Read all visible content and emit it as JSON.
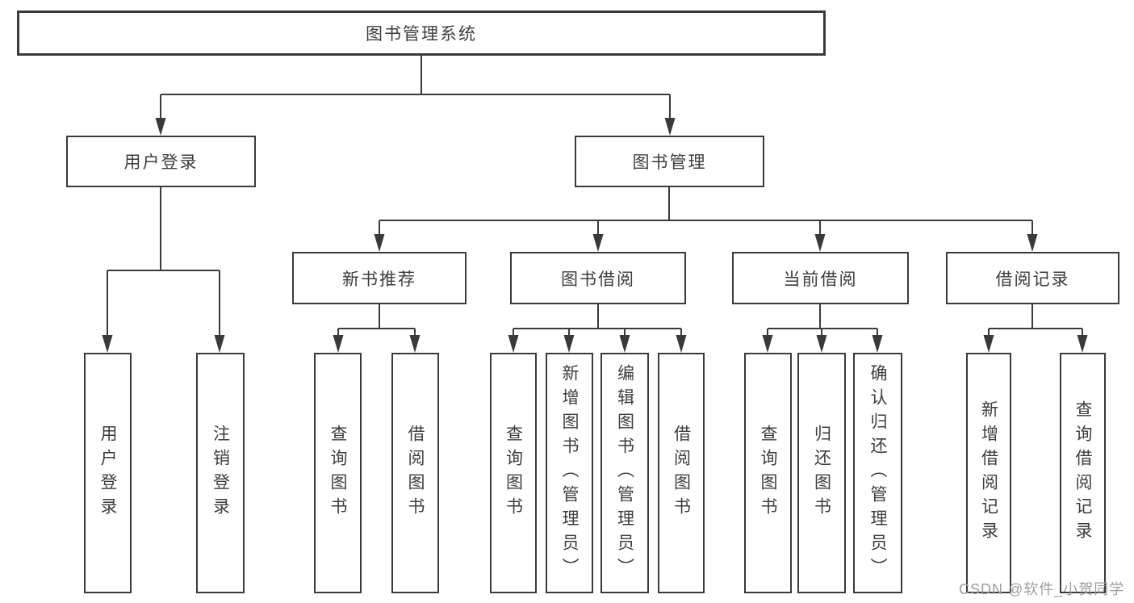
{
  "diagram": {
    "title": "图书管理系统",
    "root": {
      "label": "图书管理系统"
    },
    "branches": [
      {
        "id": "user-login",
        "label": "用户登录"
      },
      {
        "id": "book-management",
        "label": "图书管理"
      }
    ],
    "modules": [
      {
        "id": "new-book-recommend",
        "label": "新书推荐"
      },
      {
        "id": "book-borrow",
        "label": "图书借阅"
      },
      {
        "id": "current-borrow",
        "label": "当前借阅"
      },
      {
        "id": "borrow-records",
        "label": "借阅记录"
      }
    ],
    "leaves": [
      {
        "parent": "用户登录",
        "label": "用户登录"
      },
      {
        "parent": "用户登录",
        "label": "注销登录"
      },
      {
        "parent": "新书推荐",
        "label": "查询图书"
      },
      {
        "parent": "新书推荐",
        "label": "借阅图书"
      },
      {
        "parent": "图书借阅",
        "label": "查询图书"
      },
      {
        "parent": "图书借阅",
        "label": "新增图书（管理员）"
      },
      {
        "parent": "图书借阅",
        "label": "编辑图书（管理员）"
      },
      {
        "parent": "图书借阅",
        "label": "借阅图书"
      },
      {
        "parent": "当前借阅",
        "label": "查询图书"
      },
      {
        "parent": "当前借阅",
        "label": "归还图书"
      },
      {
        "parent": "当前借阅",
        "label": "确认归还（管理员）"
      },
      {
        "parent": "借阅记录",
        "label": "新增借阅记录"
      },
      {
        "parent": "借阅记录",
        "label": "查询借阅记录"
      }
    ]
  },
  "watermark": {
    "text": "CSDN @软件_小贺同学"
  },
  "colors": {
    "line": "#3a3a3a",
    "text": "#3d3d3d",
    "box_background": "#ffffff",
    "watermark": "#9e9e9e",
    "page_background": "#ffffff"
  }
}
